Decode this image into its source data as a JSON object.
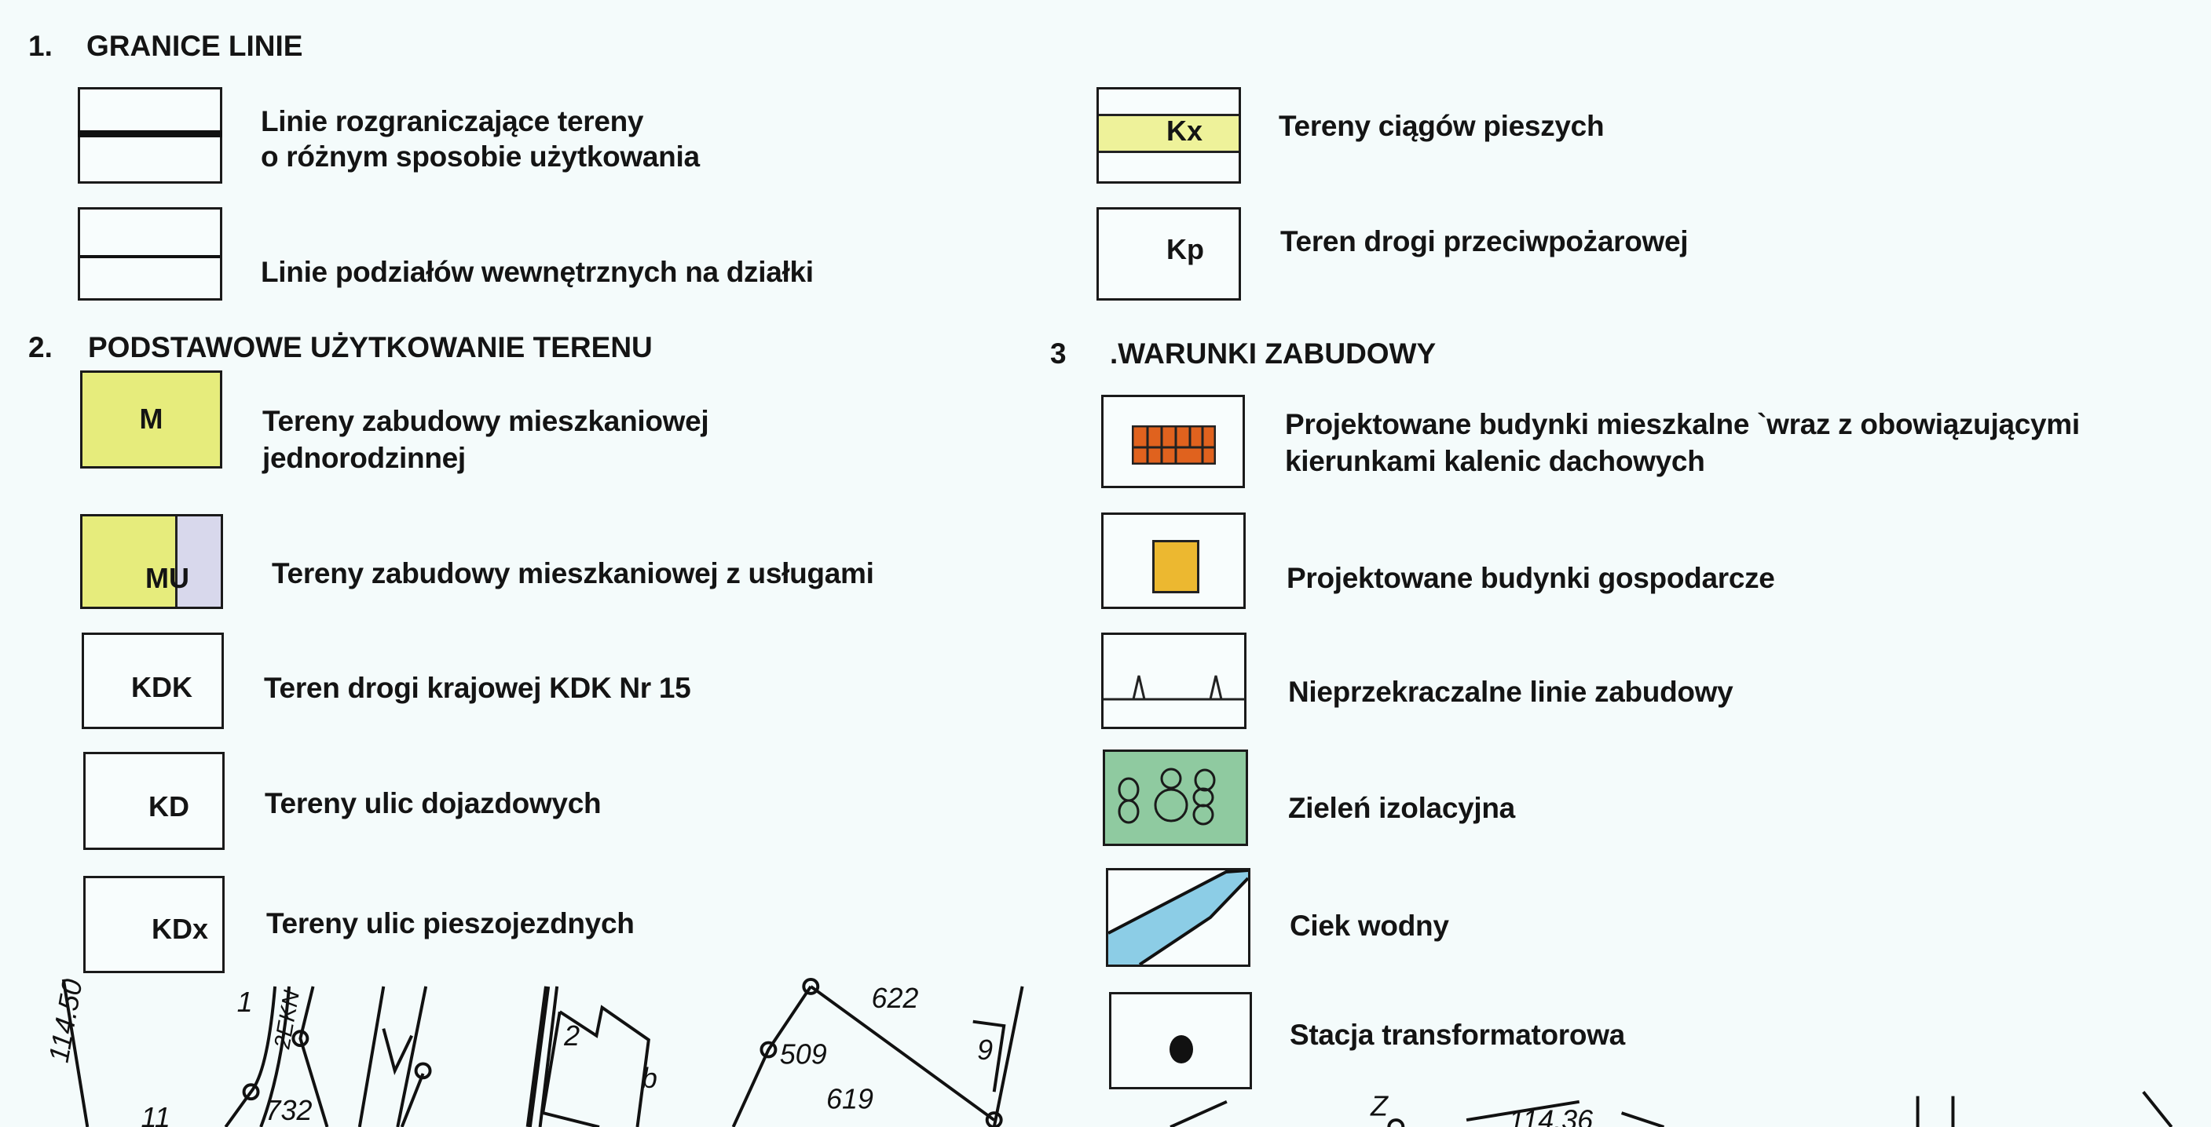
{
  "section1": {
    "number": "1.",
    "title": "GRANICE LINIE",
    "items": [
      {
        "lines": [
          "Linie rozgraniczające tereny",
          "o różnym sposobie użytkowania"
        ]
      },
      {
        "lines": [
          "Linie podziałów wewnętrznych na działki"
        ]
      }
    ]
  },
  "section2": {
    "number": "2.",
    "title": "PODSTAWOWE UŻYTKOWANIE TERENU",
    "items": [
      {
        "symbol": "M",
        "lines": [
          "Tereny zabudowy mieszkaniowej",
          "jednorodzinnej"
        ]
      },
      {
        "symbol": "MU",
        "lines": [
          "Tereny zabudowy mieszkaniowej z usługami"
        ]
      },
      {
        "symbol": "KDK",
        "lines": [
          "Teren drogi krajowej KDK Nr 15"
        ]
      },
      {
        "symbol": "KD",
        "lines": [
          "Tereny ulic dojazdowych"
        ]
      },
      {
        "symbol": "KDx",
        "lines": [
          "Tereny ulic pieszojezdnych"
        ]
      }
    ]
  },
  "section_right_top": {
    "items": [
      {
        "symbol": "Kx",
        "lines": [
          "Tereny ciągów pieszych"
        ]
      },
      {
        "symbol": "Kp",
        "lines": [
          "Teren drogi przeciwpożarowej"
        ]
      }
    ]
  },
  "section3": {
    "number": "3",
    "title": ".WARUNKI ZABUDOWY",
    "items": [
      {
        "lines": [
          "Projektowane budynki mieszkalne `wraz z obowiązującymi",
          "kierunkami kalenic dachowych"
        ]
      },
      {
        "lines": [
          "Projektowane budynki gospodarcze"
        ]
      },
      {
        "lines": [
          "Nieprzekraczalne linie zabudowy"
        ]
      },
      {
        "lines": [
          "Zieleń izolacyjna"
        ]
      },
      {
        "lines": [
          "Ciek wodny"
        ]
      },
      {
        "lines": [
          "Stacja transformatorowa"
        ]
      }
    ]
  },
  "map_fragment": {
    "labels": [
      "114.50",
      "1",
      "2EKN",
      "732",
      "11",
      "2",
      "b",
      "509",
      "622",
      "619",
      "9",
      "Z",
      "114.36"
    ]
  },
  "colors": {
    "background": "#f4fbfb",
    "residential_yellow": "#e6ec7c",
    "services_lavender": "#d8d8ec",
    "pedestrian_yellow": "#eef29a",
    "residential_building": "#e0621e",
    "farm_building": "#ecb830",
    "green_buffer": "#8fcaa0",
    "water": "#8ccde6"
  }
}
